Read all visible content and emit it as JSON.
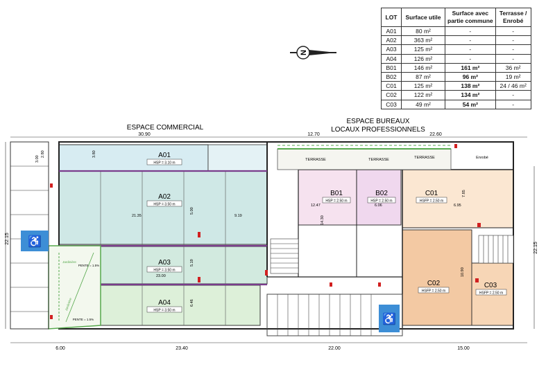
{
  "table": {
    "headers": [
      "LOT",
      "Surface utile",
      "Surface avec partie commune",
      "Terrasse / Enrobé"
    ],
    "header_lines": [
      [
        "LOT"
      ],
      [
        "Surface utile"
      ],
      [
        "Surface avec",
        "partie commune"
      ],
      [
        "Terrasse /",
        "Enrobé"
      ]
    ],
    "rows": [
      {
        "lot": "A01",
        "surface": "80 m²",
        "commune": "-",
        "terrasse": "-"
      },
      {
        "lot": "A02",
        "surface": "363 m²",
        "commune": "-",
        "terrasse": "-"
      },
      {
        "lot": "A03",
        "surface": "125 m²",
        "commune": "-",
        "terrasse": "-"
      },
      {
        "lot": "A04",
        "surface": "126 m²",
        "commune": "-",
        "terrasse": "-"
      },
      {
        "lot": "B01",
        "surface": "146 m²",
        "commune": "161 m²",
        "terrasse": "36 m²"
      },
      {
        "lot": "B02",
        "surface": "87 m²",
        "commune": "96 m²",
        "terrasse": "19 m²"
      },
      {
        "lot": "C01",
        "surface": "125 m²",
        "commune": "138 m²",
        "terrasse": "24 / 46 m²"
      },
      {
        "lot": "C02",
        "surface": "122 m²",
        "commune": "134 m²",
        "terrasse": "-"
      },
      {
        "lot": "C03",
        "surface": "49 m²",
        "commune": "54 m²",
        "terrasse": "-"
      }
    ]
  },
  "plan": {
    "zone_commercial": "ESPACE COMMERCIAL",
    "zone_bureaux_line1": "ESPACE BUREAUX",
    "zone_bureaux_line2": "LOCAUX PROFESSIONNELS",
    "north_letter": "N",
    "lots": [
      {
        "id": "A01",
        "hsp": "HSP = 3.10 m"
      },
      {
        "id": "A02",
        "hsp": "HSP = 3.50 m"
      },
      {
        "id": "A03",
        "hsp": "HSP = 3.50 m"
      },
      {
        "id": "A04",
        "hsp": "HSP = 3.50 m"
      },
      {
        "id": "B01",
        "hsp": "HSP = 2.50 m"
      },
      {
        "id": "B02",
        "hsp": "HSP = 2.50 m"
      },
      {
        "id": "C01",
        "hsp": "HSFP = 2.50 m"
      },
      {
        "id": "C02",
        "hsp": "HSFP = 2.50 m"
      },
      {
        "id": "C03",
        "hsp": "HSFP = 2.50 m"
      }
    ],
    "terrasse_label": "TERRASSE",
    "enrobe_label": "Enrobé",
    "pente_label": "PENTE = 1.5%",
    "jardiniere_label": "Jardinière",
    "dims_top": [
      "30.90",
      "12.70",
      "22.60"
    ],
    "dims_bottom": [
      "6.00",
      "23.40",
      "22.00",
      "15.00"
    ],
    "dim_side": "22.15",
    "dims_inner": [
      "3.80",
      "3.00",
      "2.80",
      "21.35",
      "9.19",
      "23.00",
      "12.47",
      "6.06",
      "6.95",
      "7.85",
      "14.30",
      "10.90",
      "5.00",
      "5.19",
      "6.46"
    ]
  },
  "colors": {
    "a_lots": "#cfe8e6",
    "a01": "#d7ecf2",
    "a04": "#ddf0d9",
    "b01": "#f6e2ef",
    "b02": "#f0d8ee",
    "c01": "#fbe7d2",
    "c02": "#f3c9a3",
    "c03": "#f7d6b6",
    "purple_line": "#7a3c8c",
    "green_line": "#56a84c",
    "blue_parking": "#3d8ed6",
    "red_mark": "#d12020"
  }
}
